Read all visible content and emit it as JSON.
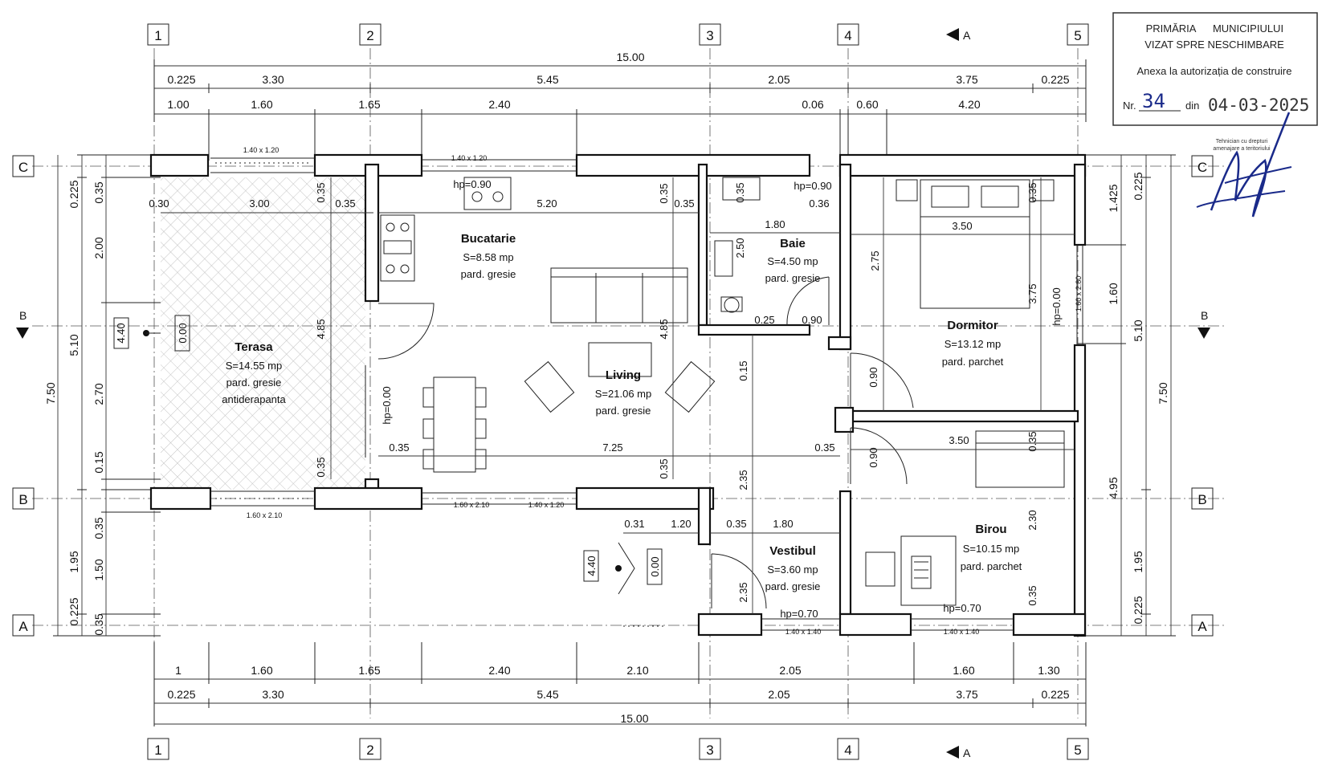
{
  "grid_axes": {
    "vertical": [
      "1",
      "2",
      "3",
      "4",
      "5"
    ],
    "horizontal": [
      "C",
      "B",
      "A"
    ]
  },
  "section_marks": {
    "a_top": "A",
    "a_bottom": "A",
    "b_left": "B",
    "b_right": "B"
  },
  "dims_top": {
    "total": "15.00",
    "row1": [
      "0.225",
      "3.30",
      "5.45",
      "2.05",
      "3.75",
      "0.225"
    ],
    "row2": [
      "1.00",
      "1.60",
      "1.65",
      "2.40",
      "0.06",
      "0.60",
      "4.20"
    ]
  },
  "dims_bottom": {
    "total": "15.00",
    "row1": [
      "0.225",
      "3.30",
      "5.45",
      "2.05",
      "3.75",
      "0.225"
    ],
    "row2": [
      "1",
      "1.60",
      "1.65",
      "2.40",
      "2.10",
      "2.05",
      "1.60",
      "1.30"
    ]
  },
  "dims_left": {
    "total": "7.50",
    "col1": [
      "0.225",
      "5.10",
      "1.95",
      "0.225"
    ],
    "col2": [
      "0.35",
      "2.00",
      "2.70",
      "0.15",
      "0.35",
      "1.50",
      "0.35"
    ]
  },
  "dims_right": {
    "total": "7.50",
    "col1": [
      "0.225",
      "5.10",
      "1.95",
      "0.225"
    ],
    "col2": [
      "1.425",
      "1.60",
      "4.95"
    ]
  },
  "windows": {
    "w1": "1.40 x 1.20",
    "w2": "1.40 x 1.20",
    "w3": "1.60 x 2.10",
    "w4": "1.60 x 2.10",
    "w5": "1.40 x 1.20",
    "w6": "1.40 x 1.40",
    "w7": "1.40 x 1.40",
    "w8": "1.60 x 2.80"
  },
  "inner_dims": {
    "terasa_w": "3.00",
    "terasa_l": "0.30",
    "terasa_r": "0.35",
    "terasa_wall": "0.35",
    "terasa_h": "4.85",
    "kitchen_w": "5.20",
    "kitchen_r": "0.35",
    "kitchen_r2": "0.35",
    "baie_w": "1.80",
    "baie_h": "2.50",
    "baie_t": "0.35",
    "baie_s1": "0.36",
    "baie_d1": "0.25",
    "baie_d2": "0.90",
    "dorm_w": "3.50",
    "dorm_h1": "2.75",
    "dorm_h2": "3.75",
    "dorm_s": "0.35",
    "living_h": "4.85",
    "living_w": "7.25",
    "living_l": "0.35",
    "living_r": "0.35",
    "living_v": "0.15",
    "living_b": "0.35",
    "living_vb": "2.35",
    "door1": "0.90",
    "door2": "0.90",
    "birou_w": "3.50",
    "birou_s": "0.35",
    "birou_h": "2.30",
    "birou_b": "0.35",
    "vest_w": "1.80",
    "vest_l": "0.35",
    "vest_h": "2.35",
    "entry_a": "0.31",
    "entry_b": "1.20",
    "terasa_b": "0.35"
  },
  "heights": {
    "hp_kitchen": "hp=0.90",
    "hp_baie": "hp=0.90",
    "hp_terasa": "hp=0.00",
    "hp_dorm": "hp=0.00",
    "hp_vest": "hp=0.70",
    "hp_birou": "hp=0.70",
    "lvl_terasa": "4.40",
    "lvl_terasa0": "0.00",
    "lvl_entry": "4.40",
    "lvl_entry0": "0.00"
  },
  "rooms": [
    {
      "name": "Bucatarie",
      "area": "S=8.58 mp",
      "floor": "pard. gresie"
    },
    {
      "name": "Baie",
      "area": "S=4.50 mp",
      "floor": "pard. gresie"
    },
    {
      "name": "Dormitor",
      "area": "S=13.12 mp",
      "floor": "pard. parchet"
    },
    {
      "name": "Terasa",
      "area": "S=14.55 mp",
      "floor": "pard. gresie",
      "floor2": "antiderapanta"
    },
    {
      "name": "Living",
      "area": "S=21.06 mp",
      "floor": "pard. gresie"
    },
    {
      "name": "Birou",
      "area": "S=10.15 mp",
      "floor": "pard. parchet"
    },
    {
      "name": "Vestibul",
      "area": "S=3.60 mp",
      "floor": "pard. gresie"
    }
  ],
  "stamp": {
    "line1a": "PRIMĂRIA",
    "line1b": "MUNICIPIULUI",
    "line2": "VIZAT SPRE NESCHIMBARE",
    "line3": "Anexa la autorizația de construire",
    "nr_label": "Nr.",
    "nr_value": "34",
    "din_label": "din",
    "date": "04-03-2025",
    "tech1": "Tehnician cu drepturi",
    "tech2": "amenajare a teritoriului"
  },
  "colors": {
    "ink": "#111111",
    "signature": "#1a2a8a",
    "hatch": "#bbbbbb"
  }
}
